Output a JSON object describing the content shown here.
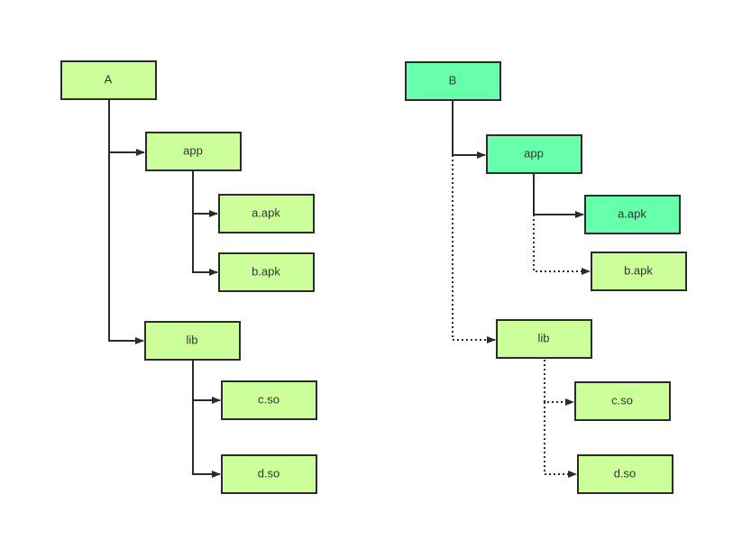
{
  "colors": {
    "node_light_green": "#ccff99",
    "node_teal_green": "#66ffaa",
    "node_border": "#2b2b2b",
    "connector": "#2b2b2b",
    "label_text": "#333333"
  },
  "tree_a": {
    "root": {
      "label": "A"
    },
    "app": {
      "label": "app"
    },
    "a_apk": {
      "label": "a.apk"
    },
    "b_apk": {
      "label": "b.apk"
    },
    "lib": {
      "label": "lib"
    },
    "c_so": {
      "label": "c.so"
    },
    "d_so": {
      "label": "d.so"
    }
  },
  "tree_b": {
    "root": {
      "label": "B"
    },
    "app": {
      "label": "app"
    },
    "a_apk": {
      "label": "a.apk"
    },
    "b_apk": {
      "label": "b.apk"
    },
    "lib": {
      "label": "lib"
    },
    "c_so": {
      "label": "c.so"
    },
    "d_so": {
      "label": "d.so"
    }
  }
}
